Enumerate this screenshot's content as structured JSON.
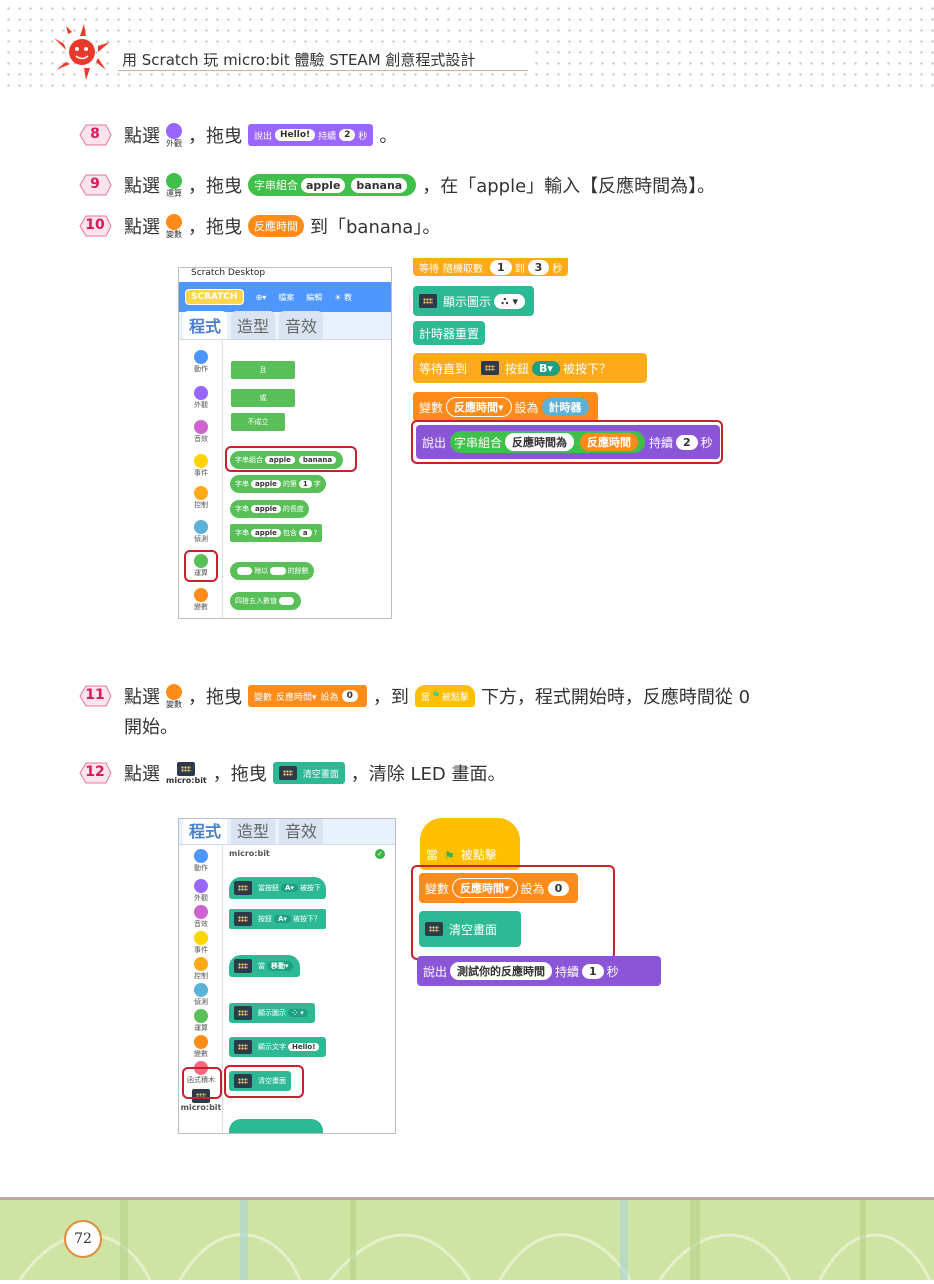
{
  "header": {
    "title": "用 Scratch 玩 micro:bit 體驗 STEAM 創意程式設計"
  },
  "steps": [
    {
      "num": "8",
      "t1": "點選",
      "cat": "外觀",
      "t2": "，拖曳",
      "blk_say": "說出",
      "blk_hello": "Hello!",
      "blk_for": "持續",
      "blk_2": "2",
      "blk_sec": "秒",
      "t3": "。"
    },
    {
      "num": "9",
      "t1": "點選",
      "cat": "運算",
      "t2": "，拖曳",
      "blk_join": "字串組合",
      "blk_apple": "apple",
      "blk_banana": "banana",
      "t3": "，在「apple」輸入【反應時間為】。"
    },
    {
      "num": "10",
      "t1": "點選",
      "cat": "變數",
      "t2": "，拖曳",
      "blk_var": "反應時間",
      "t3": "到「banana」。"
    },
    {
      "num": "11",
      "t1": "點選",
      "cat": "變數",
      "t2": "，拖曳",
      "blk_set": "變數",
      "blk_var": "反應時間▾",
      "blk_to": "設為",
      "blk_0": "0",
      "t3": "，到",
      "blk_flag": "當",
      "blk_click": "被點擊",
      "t4": "下方，程式開始時，反應時間從 0",
      "t5": "開始。"
    },
    {
      "num": "12",
      "t1": "點選",
      "cat": "micro:bit",
      "t2": "，拖曳",
      "blk_clear": "清空畫面",
      "t3": "，清除 LED 畫面。"
    }
  ],
  "panel1": {
    "title": "Scratch Desktop",
    "logo": "SCRATCH",
    "menu": [
      "⊕▾",
      "檔案",
      "編輯",
      "☀ 教"
    ],
    "tabs": [
      "程式",
      "造型",
      "音效"
    ],
    "categories": [
      "動作",
      "外觀",
      "音效",
      "事件",
      "控制",
      "偵測",
      "運算",
      "變數"
    ],
    "blocks": {
      "and": "且",
      "or": "或",
      "not": "不成立",
      "join": "字串組合",
      "apple": "apple",
      "banana": "banana",
      "letter_a": "字串",
      "letter_b": "的第",
      "letter_n": "1",
      "letter_c": "字",
      "length_a": "字串",
      "length_b": "的長度",
      "contains_a": "字串",
      "contains_b": "包含",
      "contains_c": "a",
      "contains_d": "?",
      "mod_a": "除以",
      "mod_b": "的餘數",
      "round": "四捨五入數值"
    }
  },
  "code1": {
    "wait_random_a": "等待",
    "wait_random_b": "隨機取數",
    "wait_random_1": "1",
    "wait_random_c": "到",
    "wait_random_3": "3",
    "wait_random_d": "秒",
    "show_icon": "顯示圖示",
    "reset_timer": "計時器重置",
    "wait_until": "等待直到",
    "button": "按鈕",
    "button_b": "B▾",
    "pressed": "被按下？",
    "set_var": "變數",
    "var_name": "反應時間▾",
    "set_to": "設為",
    "timer": "計時器",
    "say": "說出",
    "join": "字串組合",
    "join_a": "反應時間為",
    "join_b": "反應時間",
    "for": "持續",
    "secs": "2",
    "sec": "秒"
  },
  "panel2": {
    "tabs": [
      "程式",
      "造型",
      "音效"
    ],
    "heading": "micro:bit",
    "categories": [
      "動作",
      "外觀",
      "音效",
      "事件",
      "控制",
      "偵測",
      "運算",
      "變數",
      "函式積木",
      "micro:bit"
    ],
    "blocks": {
      "when_btn": "當按鈕",
      "btn_a": "A▾",
      "btn_pressed": "被按下",
      "btn": "按鈕",
      "btn_a2": "A▾",
      "btn_pressed2": "被按下？",
      "when": "當",
      "moved": "移動▾",
      "show_icon": "顯示圖示",
      "show_text": "顯示文字",
      "hello": "Hello!",
      "clear": "清空畫面"
    }
  },
  "code2": {
    "when": "當",
    "clicked": "被點擊",
    "set_var": "變數",
    "var_name": "反應時間▾",
    "set_to": "設為",
    "zero": "0",
    "clear": "清空畫面",
    "say": "說出",
    "say_text": "測試你的反應時間",
    "for": "持續",
    "secs": "1",
    "sec": "秒"
  },
  "footer": {
    "page": "72"
  }
}
